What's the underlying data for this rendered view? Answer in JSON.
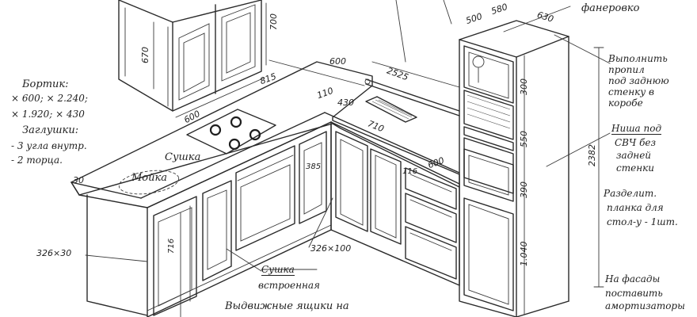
{
  "dimensions": {
    "upper_cab_height_670": "670",
    "upper_cab_height_700": "700",
    "upper_width_815": "815",
    "depth_600_top": "600",
    "width_2525": "2525",
    "depth_600_left": "600",
    "dim_110": "110",
    "dim_430": "430",
    "width_710": "710",
    "depth_600_right": "600",
    "col_500": "500",
    "col_580": "580",
    "col_630": "630",
    "col_300": "300",
    "col_550": "550",
    "col_390": "390",
    "col_1040": "1.040",
    "col_2382": "2382",
    "dim_30": "30",
    "dim_385": "385",
    "dim_116": "116",
    "dim_716": "716",
    "dim_326x30": "326×30",
    "dim_326x100": "326×100"
  },
  "notes": {
    "veneer": "фанеровко",
    "sides_title": "Бортик:",
    "sides_line1": "× 600; × 2.240;",
    "sides_line2": "× 1.920; × 430",
    "plugs_title": "Заглушки:",
    "plugs_line1": "- 3 угла внутр.",
    "plugs_line2": "- 2 торца.",
    "pullout_1": "Выполнить",
    "pullout_2": "пропил",
    "pullout_3": "под заднюю",
    "pullout_4": "стенку в",
    "pullout_5": "коробе",
    "niche_1": "Ниша под",
    "niche_2": "СВЧ без",
    "niche_3": "задней",
    "niche_4": "стенки",
    "divider_1": "Разделит.",
    "divider_2": "планка для",
    "divider_3": "стол-у - 1шт.",
    "facade_1": "На фасады",
    "facade_2": "поставить",
    "facade_3": "амортизаторы",
    "sushka_top": "Сушка",
    "sink": "Мойка",
    "sushka_bottom_1": "Сушка",
    "sushka_bottom_2": "встроенная",
    "drawers_bottom": "Выдвижные ящики на"
  }
}
